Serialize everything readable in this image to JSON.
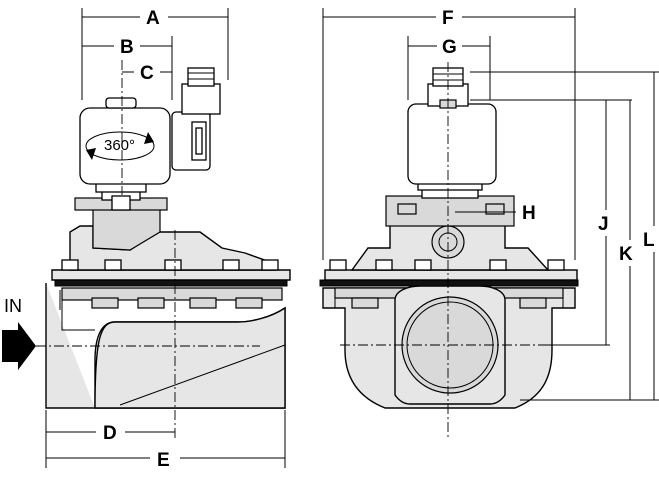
{
  "labels": {
    "a": "A",
    "b": "B",
    "c": "C",
    "d": "D",
    "e": "E",
    "f": "F",
    "g": "G",
    "h": "H",
    "j": "J",
    "k": "K",
    "l": "L",
    "inlet": "IN",
    "rotation": "360°"
  }
}
